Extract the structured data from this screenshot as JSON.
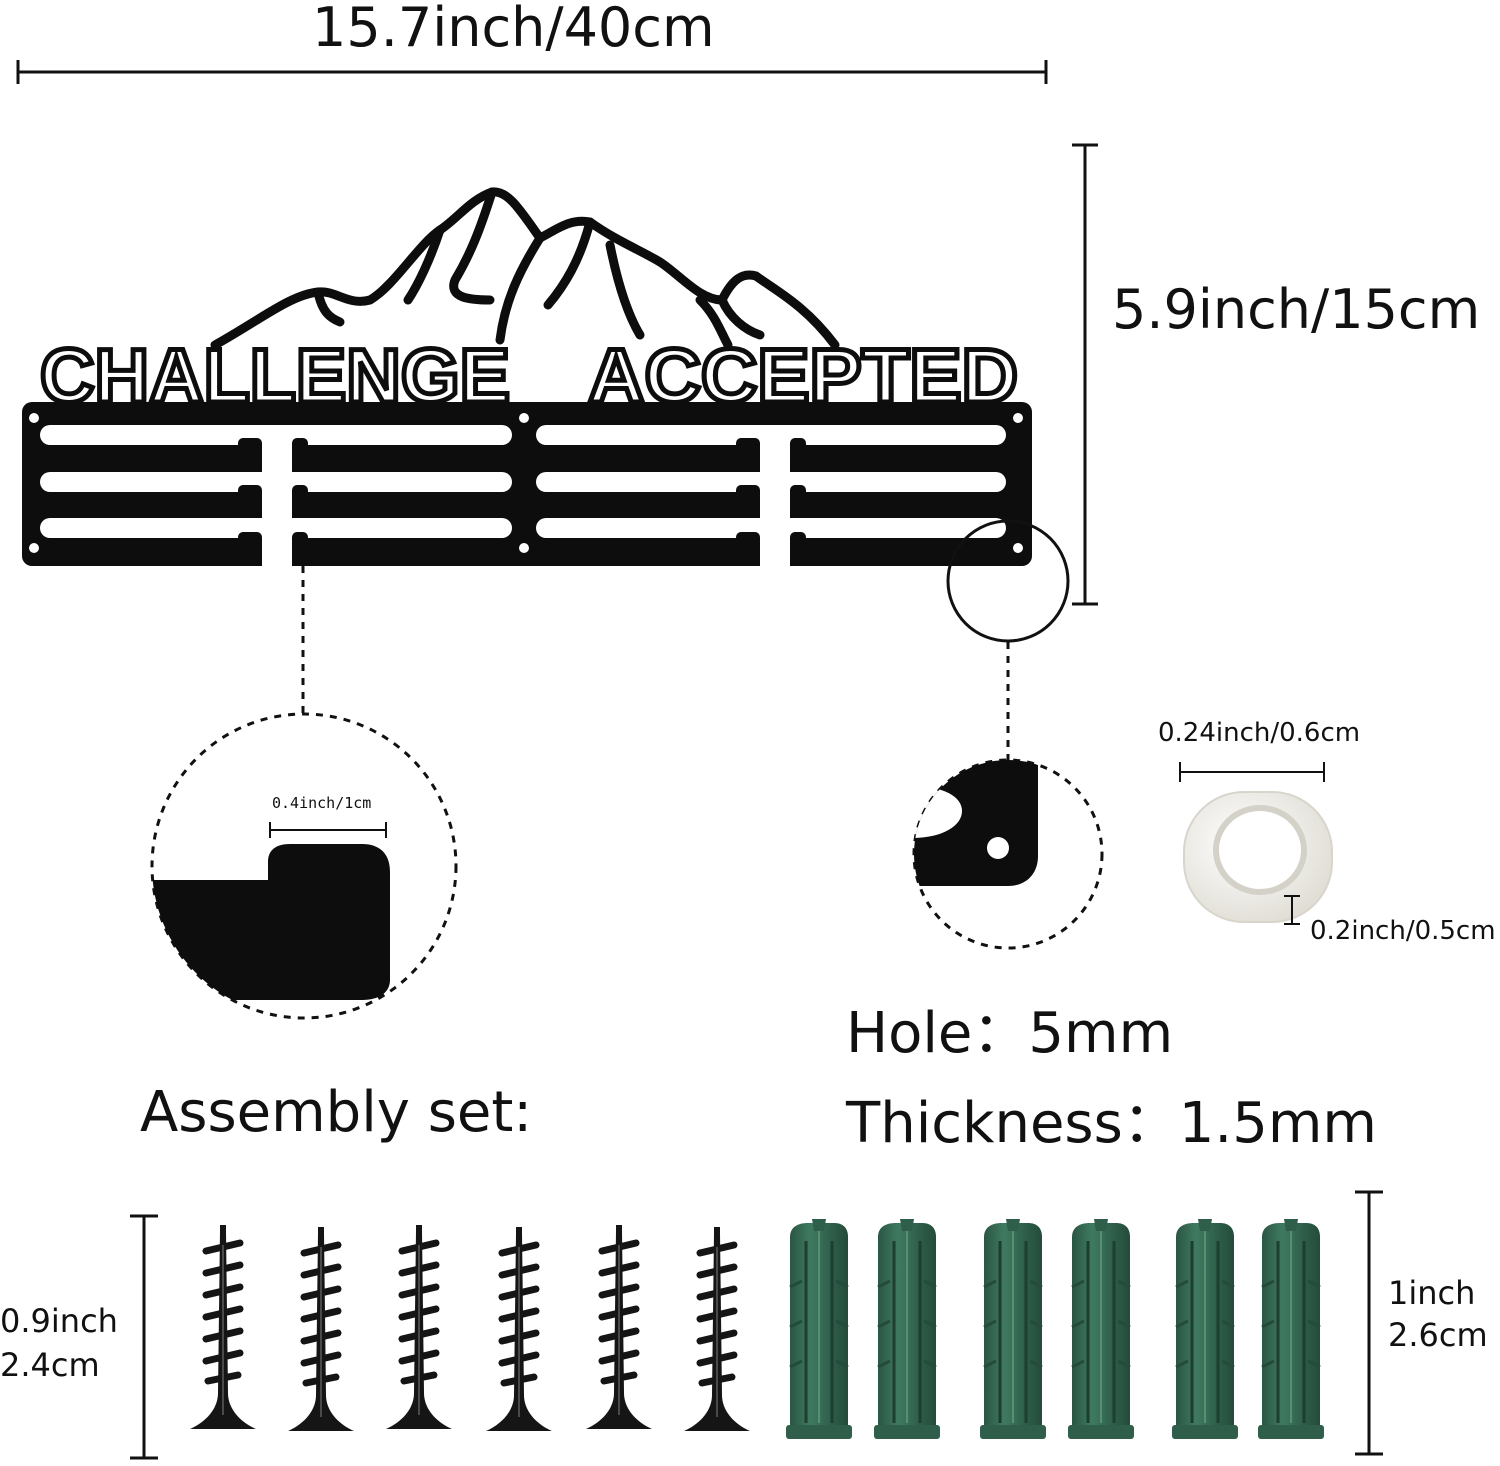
{
  "dimensions": {
    "width_label": "15.7inch/40cm",
    "height_label": "5.9inch/15cm"
  },
  "rack": {
    "text_left": "CHALLENGE",
    "text_right": "ACCEPTED"
  },
  "details": {
    "hook_width_label": "0.4inch/1cm",
    "spacer_diameter_label": "0.24inch/0.6cm",
    "spacer_thickness_label": "0.2inch/0.5cm"
  },
  "specs": {
    "hole": "Hole：5mm",
    "thickness": "Thickness：1.5mm"
  },
  "assembly": {
    "title": "Assembly set:",
    "screw_length_inch": "0.9inch",
    "screw_length_cm": "2.4cm",
    "anchor_length_inch": "1inch",
    "anchor_length_cm": "2.6cm"
  },
  "colors": {
    "metal": "#0d0d0d",
    "anchor": "#2f5f4b",
    "anchor_light": "#3f7a60",
    "spacer": "#f2f2ee"
  },
  "icons": [
    "medal-rack",
    "mountain-silhouette",
    "hook-detail",
    "hole-detail",
    "nylon-spacer",
    "screw-icon",
    "wall-anchor-icon"
  ]
}
